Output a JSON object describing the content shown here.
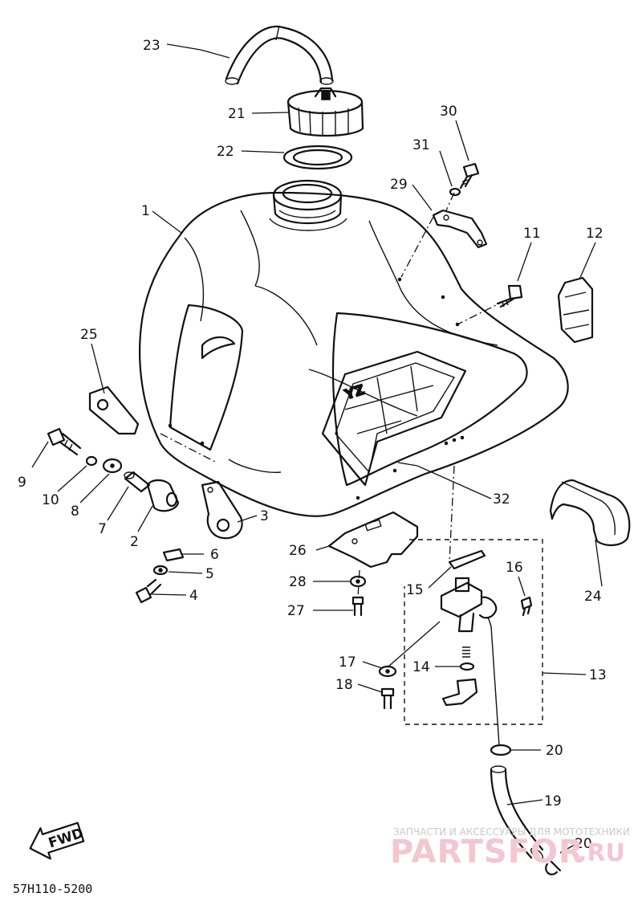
{
  "diagram_code": "57H110-5200",
  "fwd_label": "FWD",
  "tank_logo": "YZ",
  "watermark": {
    "tagline": "ЗАПЧАСТИ И АКСЕССУАРЫ ДЛЯ МОТОТЕХНИКИ",
    "brand": "PARTSFOR",
    "tld": ".RU"
  },
  "callouts": {
    "c1": "1",
    "c2": "2",
    "c3": "3",
    "c4": "4",
    "c5": "5",
    "c6": "6",
    "c7": "7",
    "c8": "8",
    "c9": "9",
    "c10": "10",
    "c11": "11",
    "c12": "12",
    "c13": "13",
    "c14": "14",
    "c15": "15",
    "c16": "16",
    "c17": "17",
    "c18": "18",
    "c19": "19",
    "c20a": "20",
    "c20b": "20",
    "c21": "21",
    "c22": "22",
    "c23": "23",
    "c24": "24",
    "c25": "25",
    "c26": "26",
    "c27": "27",
    "c28": "28",
    "c29": "29",
    "c30": "30",
    "c31": "31",
    "c32": "32"
  }
}
